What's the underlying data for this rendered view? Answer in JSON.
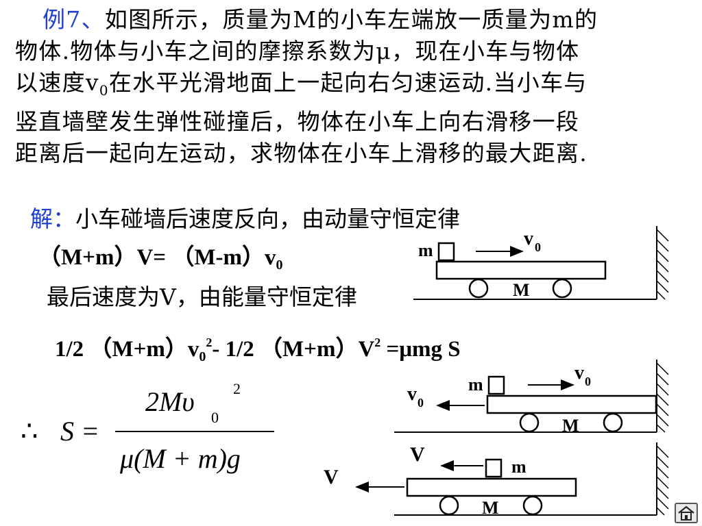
{
  "problem": {
    "label": "例7、",
    "line1": "如图所示，质量为M的小车左端放一质量为m的",
    "line2": "物体.物体与小车之间的摩擦系数为μ，现在小车与物体",
    "line3a": "以速度v",
    "line3_sub": "0",
    "line3b": "在水平光滑地面上一起向右匀速运动.当小车与",
    "line4": "竖直墙壁发生弹性碰撞后，物体在小车上向右滑移一段",
    "line5": "距离后一起向左运动，求物体在小车上滑移的最大距离."
  },
  "solution": {
    "label": "解：",
    "text1": "小车碰墙后速度反向，由动量守恒定律",
    "eq1a": "（M+m）V= （M-m）v",
    "eq1_sub": "0",
    "text2": "最后速度为V，由能量守恒定律",
    "eq2a": "1/2 （M+m）v",
    "eq2_sub": "0",
    "eq2_sup": "2",
    "eq2b": "- 1/2 （M+m）V",
    "eq2_sup2": "2",
    "eq2c": " =μmg S"
  },
  "formula": {
    "therefore": "∴",
    "lhs": "S =",
    "num_main": "2Mυ",
    "num_sub": "0",
    "num_sup": "2",
    "denominator": "μ(M + m)g"
  },
  "diagrams": {
    "d1": {
      "block": "m",
      "car": "M",
      "v": "v",
      "v_sub": "0"
    },
    "d2": {
      "block": "m",
      "car": "M",
      "v_right": "v",
      "v_right_sub": "0",
      "v_left": "v",
      "v_left_sub": "0"
    },
    "d3": {
      "block": "m",
      "car": "M",
      "v_block": "V",
      "v_car": "V"
    }
  },
  "home_icon": "home-icon",
  "colors": {
    "label_blue": "#1f3fcf",
    "ink": "#000000"
  }
}
